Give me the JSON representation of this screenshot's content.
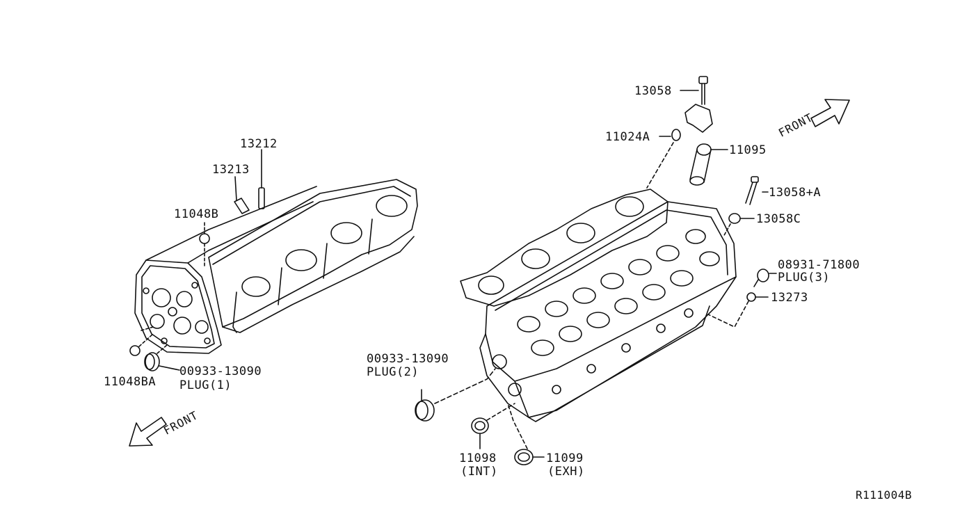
{
  "labels": {
    "p13058": "13058",
    "p11024A": "11024A",
    "p11095": "11095",
    "p13058A": "13058+A",
    "p13058C": "13058C",
    "p08931": "08931-71800",
    "plug3": "PLUG(3)",
    "p13273": "13273",
    "p13212": "13212",
    "p13213": "13213",
    "p11048B": "11048B",
    "p11048BA": "11048BA",
    "p00933_left": "00933-13090",
    "plug1": "PLUG(1)",
    "p00933_right": "00933-13090",
    "plug2": "PLUG(2)",
    "p11098": "11098",
    "int": "(INT)",
    "p11099": "11099",
    "exh": "(EXH)",
    "front_right": "FRONT",
    "front_left": "FRONT",
    "ref": "R111004B"
  }
}
